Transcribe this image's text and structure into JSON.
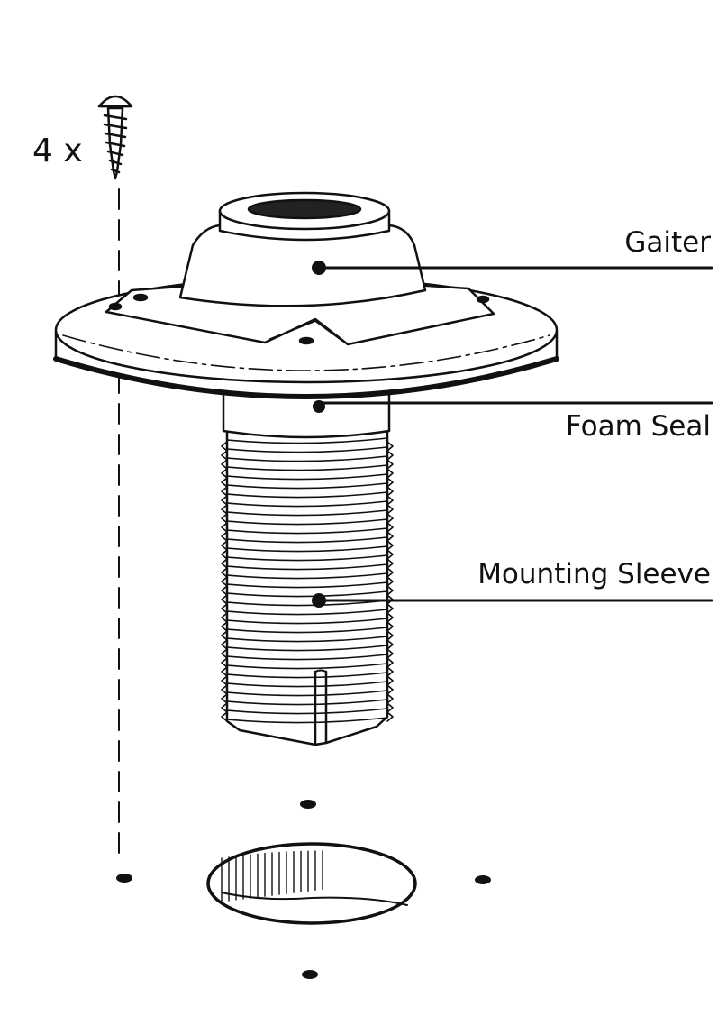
{
  "diagram": {
    "screw_quantity": "4 x",
    "labels": {
      "gaiter": "Gaiter",
      "foam_seal": "Foam Seal",
      "mounting_sleeve": "Mounting Sleeve"
    },
    "colors": {
      "ink": "#111111",
      "background": "#ffffff"
    }
  }
}
